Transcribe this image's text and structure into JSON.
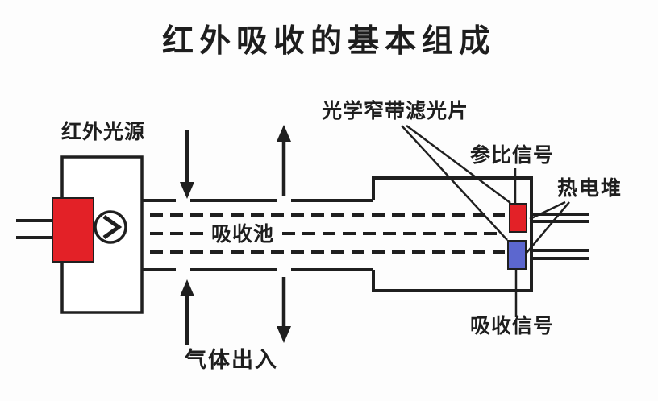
{
  "title": "红外吸收的基本组成",
  "diagram": {
    "labels": {
      "ir_source": "红外光源",
      "optical_filter": "光学窄带滤光片",
      "reference_signal": "参比信号",
      "thermopile": "热电堆",
      "absorption_cell": "吸收池",
      "absorption_signal": "吸收信号",
      "gas_flow": "气体出入"
    },
    "colors": {
      "line": "#1f1f1f",
      "source_emitter": "#e32127",
      "reference_filter": "#e32127",
      "absorption_filter": "#5c67cf"
    },
    "icons": {
      "light_direction": "chevron-right"
    }
  }
}
